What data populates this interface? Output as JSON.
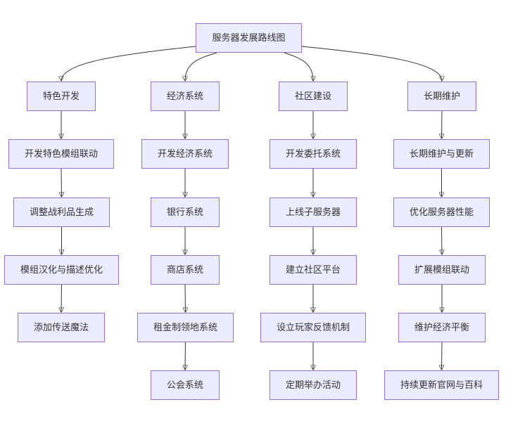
{
  "colors": {
    "node_fill": "#ECECFF",
    "node_border": "#9370DB",
    "text": "#333333",
    "edge": "#333333"
  },
  "root": {
    "label": "服务器发展路线图"
  },
  "branches": [
    {
      "label": "特色开发",
      "steps": [
        "开发特色模组联动",
        "调整战利品生成",
        "模组汉化与描述优化",
        "添加传送魔法"
      ]
    },
    {
      "label": "经济系统",
      "steps": [
        "开发经济系统",
        "银行系统",
        "商店系统",
        "租金制领地系统",
        "公会系统"
      ]
    },
    {
      "label": "社区建设",
      "steps": [
        "开发委托系统",
        "上线子服务器",
        "建立社区平台",
        "设立玩家反馈机制",
        "定期举办活动"
      ]
    },
    {
      "label": "长期维护",
      "steps": [
        "长期维护与更新",
        "优化服务器性能",
        "扩展模组联动",
        "维护经济平衡",
        "持续更新官网与百科"
      ]
    }
  ]
}
